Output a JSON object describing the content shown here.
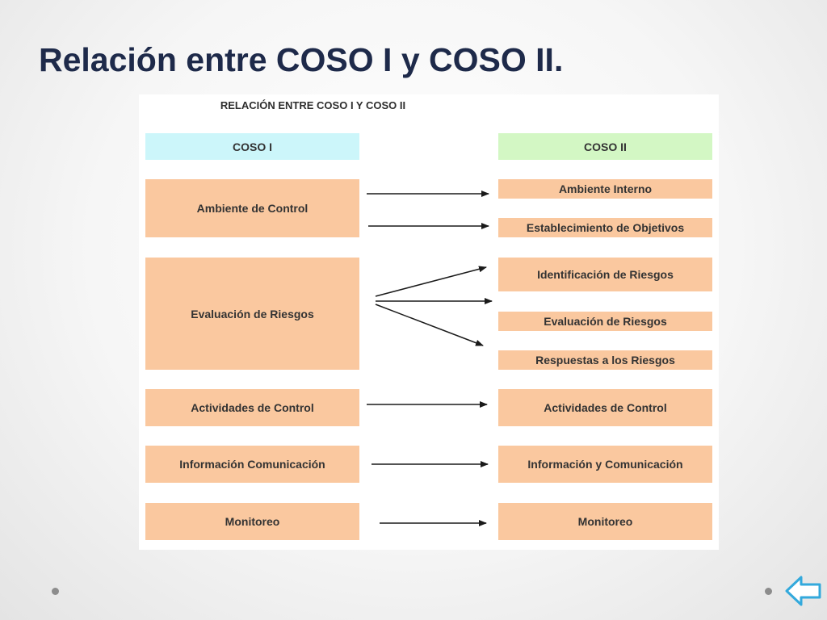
{
  "slide": {
    "title": "Relación entre COSO I y COSO II."
  },
  "diagram": {
    "heading": "RELACIÓN ENTRE COSO I Y COSO II",
    "left_header": "COSO I",
    "right_header": "COSO II",
    "left_boxes": [
      "Ambiente de Control",
      "Evaluación de Riesgos",
      "Actividades de Control",
      "Información Comunicación",
      "Monitoreo"
    ],
    "right_boxes": [
      "Ambiente Interno",
      "Establecimiento de Objetivos",
      "Identificación de Riesgos",
      "Evaluación de Riesgos",
      "Respuestas a los Riesgos",
      "Actividades de Control",
      "Información y Comunicación",
      "Monitoreo"
    ],
    "connections": [
      {
        "from": 0,
        "to": 0
      },
      {
        "from": 0,
        "to": 1
      },
      {
        "from": 1,
        "to": 2
      },
      {
        "from": 1,
        "to": 3
      },
      {
        "from": 1,
        "to": 4
      },
      {
        "from": 2,
        "to": 5
      },
      {
        "from": 3,
        "to": 6
      },
      {
        "from": 4,
        "to": 7
      }
    ],
    "colors": {
      "box_fill": "#fac89f",
      "left_header_fill": "#ccf6fa",
      "right_header_fill": "#d3f7c4",
      "arrow": "#1a1a1a"
    }
  },
  "navigation": {
    "back_icon": "back-arrow-icon",
    "icon_color": "#33a9dc"
  }
}
